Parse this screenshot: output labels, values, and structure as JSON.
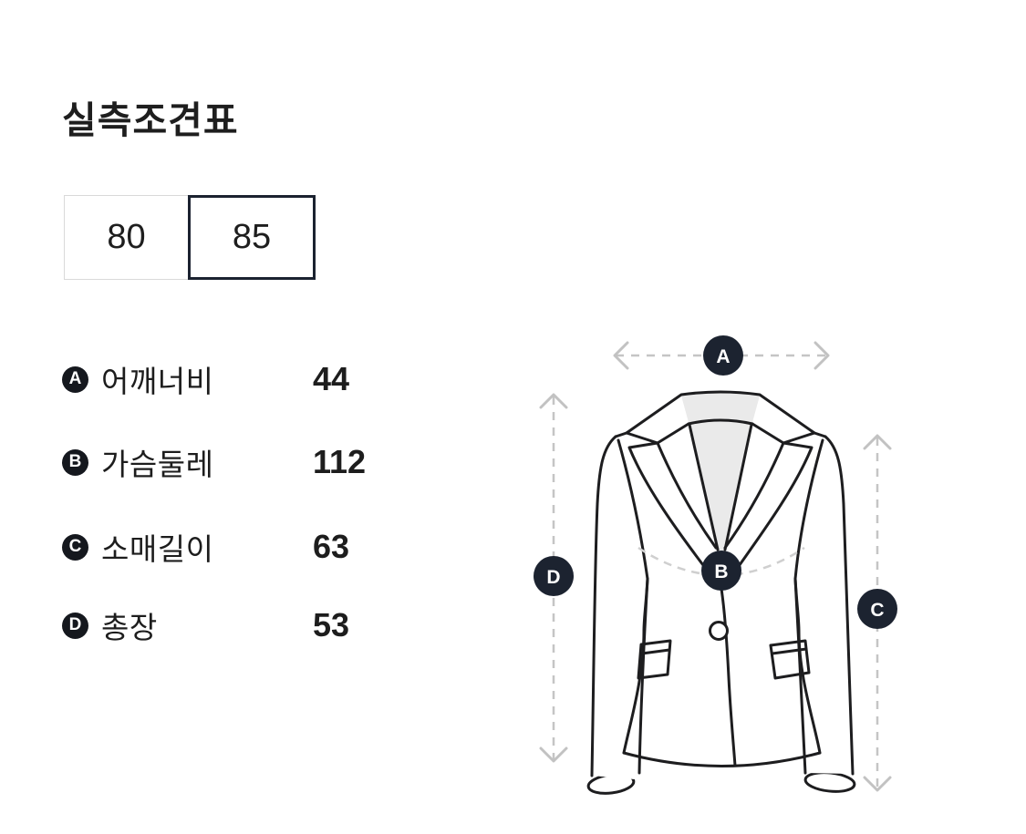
{
  "title": "실측조견표",
  "size_tabs": [
    {
      "label": "80",
      "selected": false
    },
    {
      "label": "85",
      "selected": true
    }
  ],
  "measurements": [
    {
      "key": "A",
      "label": "어깨너비",
      "value": "44"
    },
    {
      "key": "B",
      "label": "가슴둘레",
      "value": "112"
    },
    {
      "key": "C",
      "label": "소매길이",
      "value": "63"
    },
    {
      "key": "D",
      "label": "총장",
      "value": "53"
    }
  ],
  "diagram": {
    "type": "jacket-measurement-guide",
    "markers": [
      "A",
      "B",
      "C",
      "D"
    ],
    "colors": {
      "marker_circle": "#1c2330",
      "list_badge": "#15181e",
      "jacket_line": "#1d1d1f",
      "arrow_dash": "#c5c5c5",
      "collar_fill": "#eaeaea",
      "selected_tab_border": "#1b2230",
      "unselected_tab_border": "#d9d9d9",
      "text": "#1d1d1d"
    }
  }
}
